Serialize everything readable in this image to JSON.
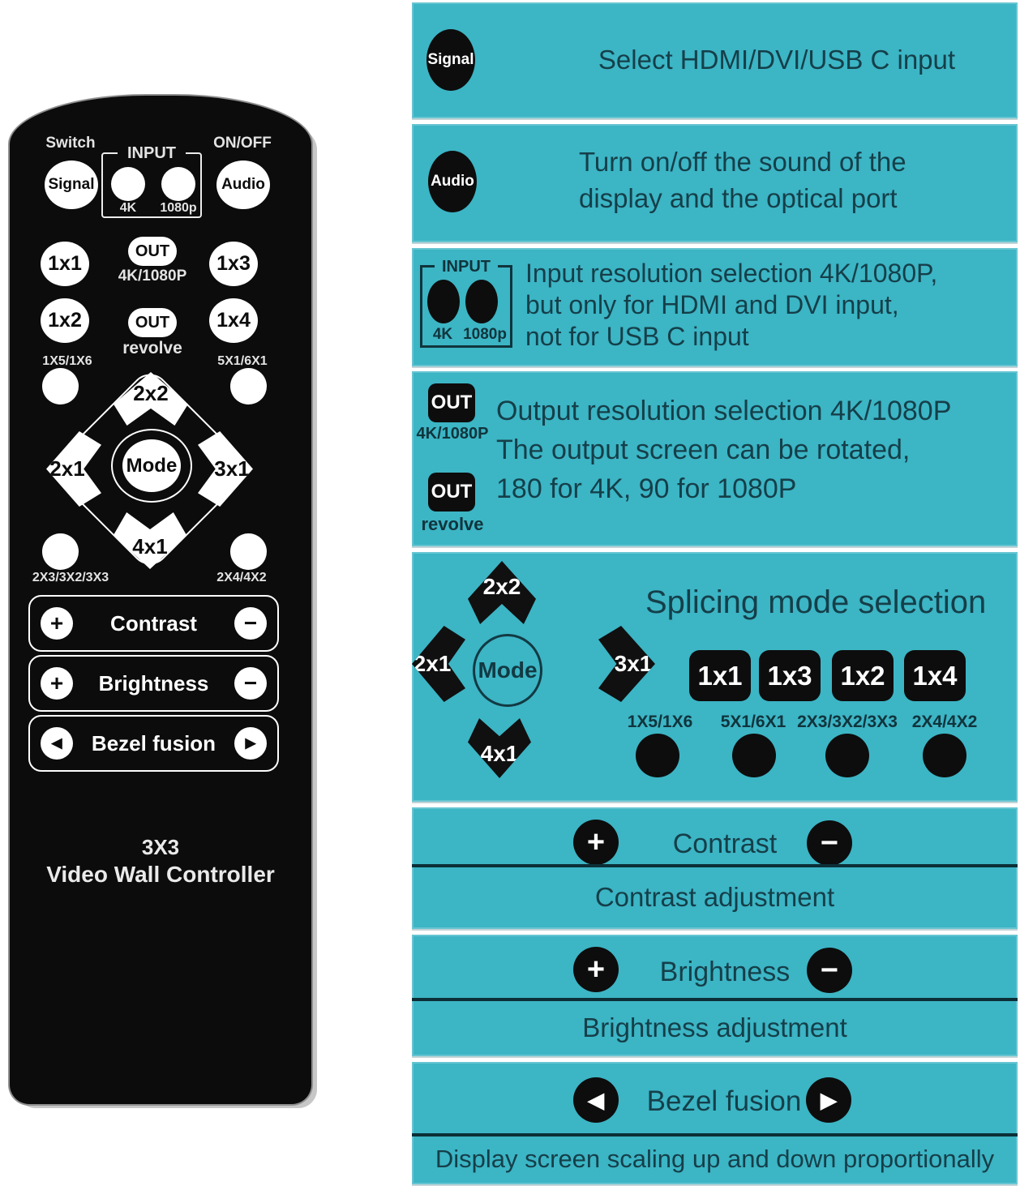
{
  "colors": {
    "panel_teal": "#3cb5c5",
    "panel_text": "#153f49",
    "remote_body": "#0c0c0c",
    "divider": "#0c2f37"
  },
  "remote": {
    "top_labels": {
      "switch": "Switch",
      "input": "INPUT",
      "on_off": "ON/OFF"
    },
    "buttons": {
      "signal": "Signal",
      "audio": "Audio",
      "input_4k": "4K",
      "input_1080p": "1080p",
      "grid_1x1": "1x1",
      "grid_1x2": "1x2",
      "grid_1x3": "1x3",
      "grid_1x4": "1x4",
      "out": "OUT",
      "out_res_label": "4K/1080P",
      "out_revolve_label": "revolve",
      "mode": "Mode",
      "up": "2x2",
      "left": "2x1",
      "right": "3x1",
      "down": "4x1",
      "plus": "+",
      "minus": "−",
      "left_tri": "◀",
      "right_tri": "▶",
      "contrast": "Contrast",
      "brightness": "Brightness",
      "bezel": "Bezel fusion"
    },
    "corner_labels": {
      "tl": "1X5/1X6",
      "tr": "5X1/6X1",
      "bl": "2X3/3X2/3X3",
      "br": "2X4/4X2"
    },
    "title_line1": "3X3",
    "title_line2": "Video Wall Controller"
  },
  "panels": {
    "signal": {
      "button": "Signal",
      "description": "Select HDMI/DVI/USB C input"
    },
    "audio": {
      "button": "Audio",
      "line1": "Turn on/off the sound of the",
      "line2": "display and the optical port"
    },
    "input": {
      "box_label": "INPUT",
      "button_4k": "4K",
      "button_1080p": "1080p",
      "line1": "Input resolution selection 4K/1080P,",
      "line2": "but only for HDMI and DVI input,",
      "line3": "not for USB C input"
    },
    "output": {
      "out": "OUT",
      "label_res": "4K/1080P",
      "label_revolve": "revolve",
      "line1": "Output resolution selection 4K/1080P",
      "line2": "The output screen can be rotated,",
      "line3": "180 for 4K, 90 for 1080P"
    },
    "splicing": {
      "heading": "Splicing mode selection",
      "up": "2x2",
      "left": "2x1",
      "mode": "Mode",
      "right": "3x1",
      "down": "4x1",
      "squares": [
        "1x1",
        "1x3",
        "1x2",
        "1x4"
      ],
      "circle_labels": [
        "1X5/1X6",
        "5X1/6X1",
        "2X3/3X2/3X3",
        "2X4/4X2"
      ]
    },
    "contrast": {
      "plus": "+",
      "label": "Contrast",
      "minus": "−",
      "description": "Contrast adjustment"
    },
    "brightness": {
      "plus": "+",
      "label": "Brightness",
      "minus": "−",
      "description": "Brightness adjustment"
    },
    "bezel": {
      "left": "◀",
      "label": "Bezel fusion",
      "right": "▶",
      "description": "Display screen scaling up and down proportionally"
    }
  }
}
